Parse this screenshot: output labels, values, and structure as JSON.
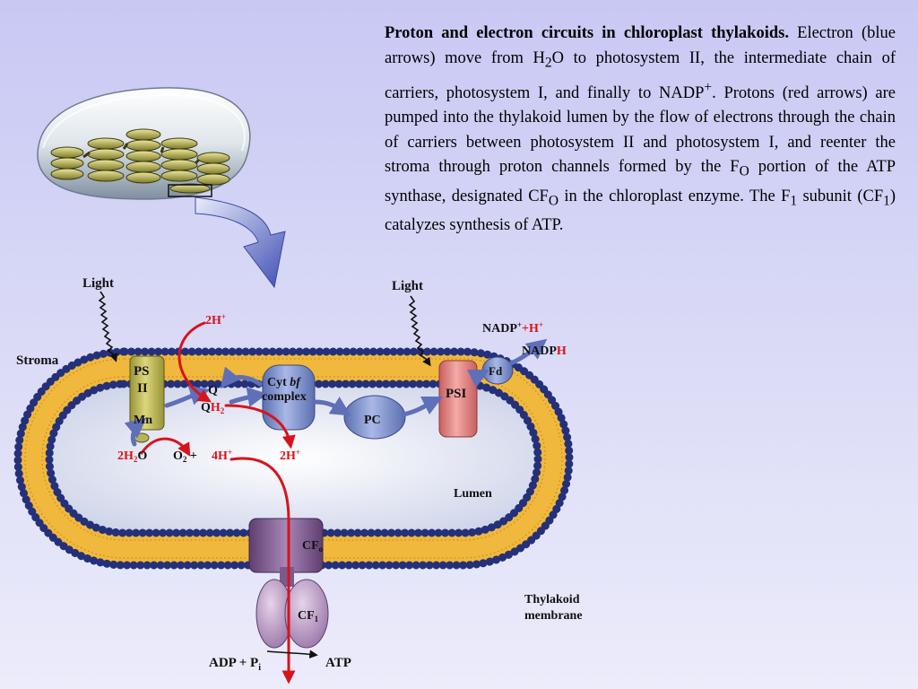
{
  "caption": {
    "title": "Proton and electron circuits in chloroplast thylakoids.",
    "t1": "Electron (blue arrows) move from H",
    "t1_sub": "2",
    "t2": "O to photosystem II, the intermediate chain of carriers, photosystem I, and finally to NADP",
    "t2_sup": "+",
    "t3": ". Protons (red arrows) are pumped into the thylakoid lumen by the flow of electrons through the chain of carriers between photosystem II and photosystem I, and reenter the stroma through proton channels formed by the F",
    "t3_sub": "O",
    "t4": " portion of the ATP synthase, designated CF",
    "t4_sub": "O",
    "t5": " in the chloroplast enzyme. The F",
    "t5_sub": "1",
    "t6": " subunit (CF",
    "t6_sub": "1",
    "t7": ") catalyzes synthesis of ATP."
  },
  "labels": {
    "light_left": "Light",
    "light_right": "Light",
    "stroma": "Stroma",
    "lumen": "Lumen",
    "thylakoid_membrane_1": "Thylakoid",
    "thylakoid_membrane_2": "membrane"
  },
  "complexes": {
    "psii_1": "PS",
    "psii_2": "II",
    "mn": "Mn",
    "q": "Q",
    "qh2_q": "Q",
    "qh2_h": "H",
    "qh2_sub": "2",
    "cytbf_1": "Cyt ",
    "cytbf_italic": "bf",
    "cytbf_2": "complex",
    "pc": "PC",
    "psi": "PSI",
    "fd": "Fd",
    "cfo": "CF",
    "cfo_sub": "o",
    "cf1": "CF",
    "cf1_sub": "1"
  },
  "chemicals": {
    "two_h_top": "2H",
    "two_h_top_sup": "+",
    "two_h2o_a": "2H",
    "two_h2o_sub": "2",
    "two_h2o_b": "O",
    "o2_a": "O",
    "o2_sub": "2",
    "o2_plus": " +",
    "four_h": "4H",
    "four_h_sup": "+",
    "two_h_lumen": "2H",
    "two_h_lumen_sup": "+",
    "nadp_a": "NADP",
    "nadp_sup": "+",
    "nadp_plus": "+",
    "nadp_h": "H",
    "nadp_h_sup": "+",
    "nadph_a": "NADP",
    "nadph_h": "H",
    "adp_pi_a": "ADP + P",
    "adp_pi_sub": "i",
    "atp": "ATP"
  },
  "colors": {
    "electron_arrow": "#5f6fb8",
    "proton_arrow": "#d8131b",
    "membrane_head": "#25307a",
    "membrane_tail": "#f0b83c",
    "lumen": "#e9ecf6",
    "psii": "#c6bf5a",
    "psi": "#e08a88",
    "cytbf": "#7d90c8",
    "atp_synthase": "#8e6a9c"
  }
}
